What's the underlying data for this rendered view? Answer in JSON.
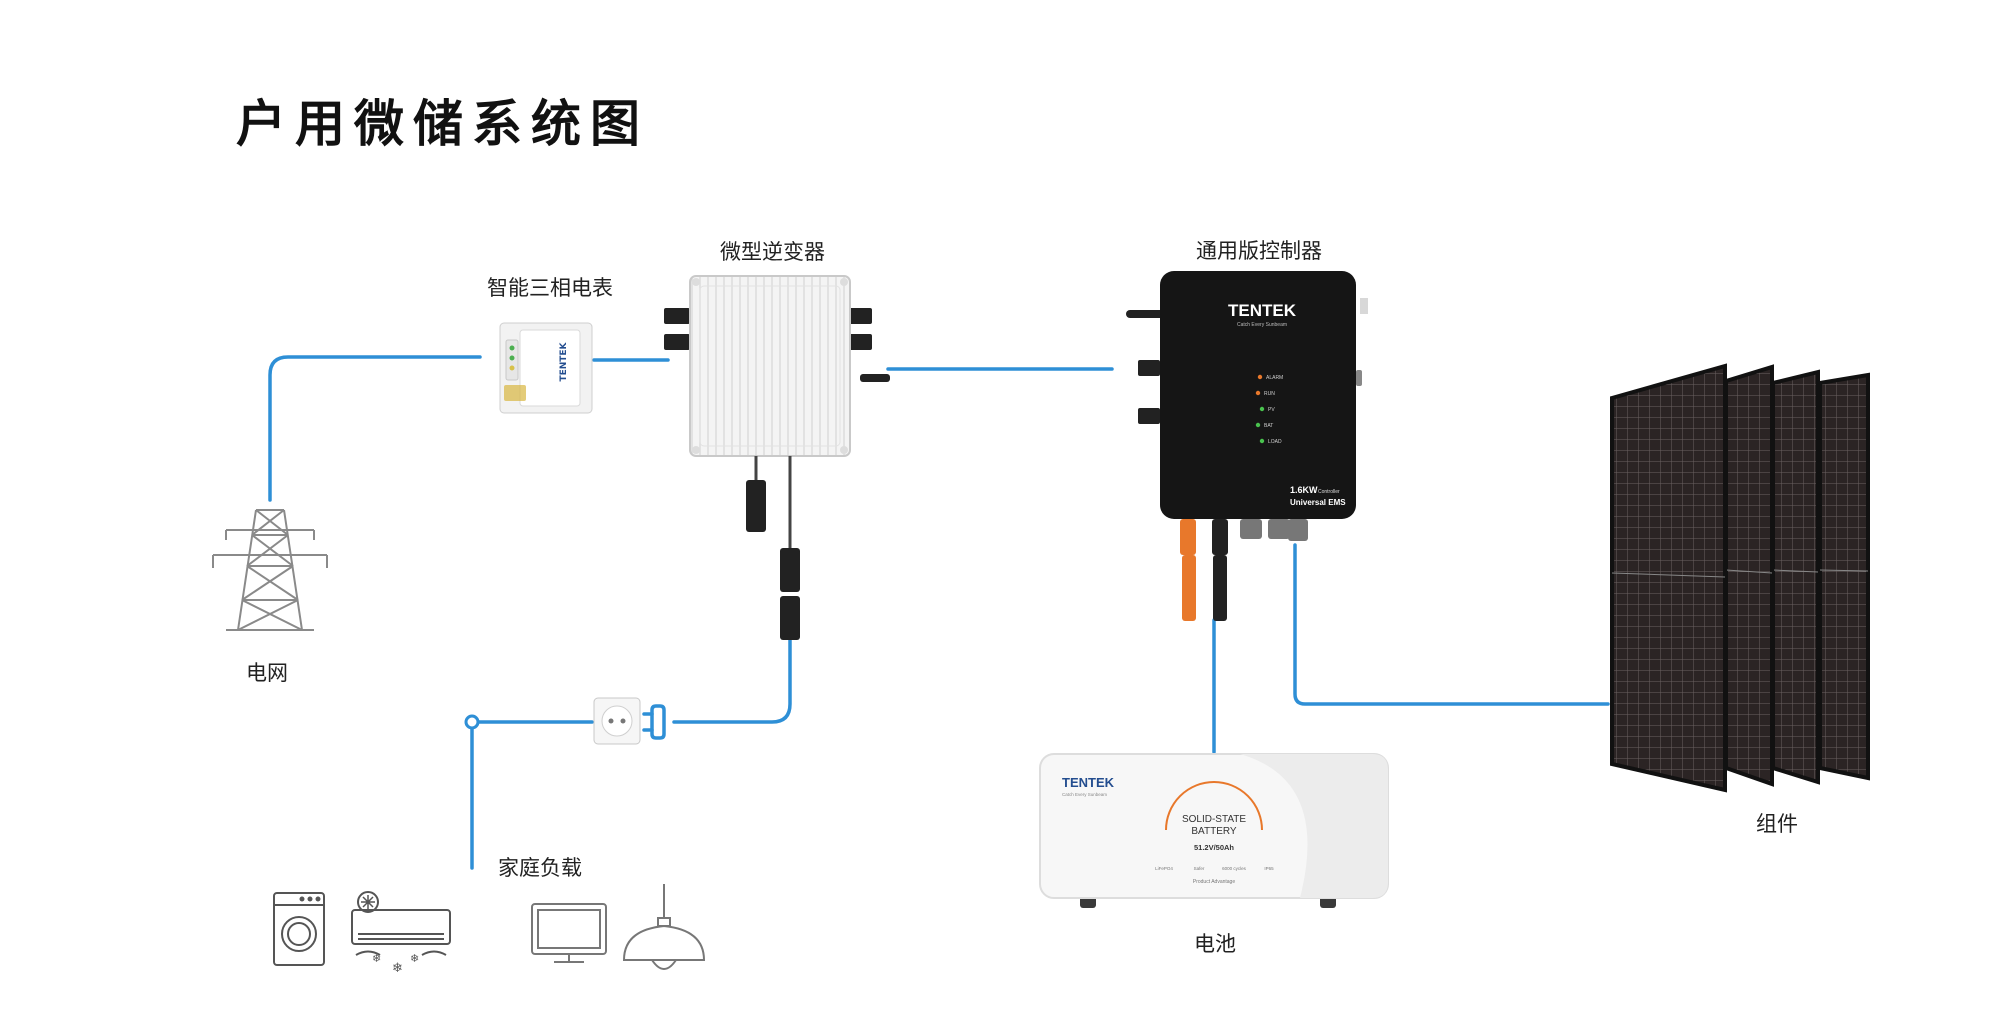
{
  "title": "户用微储系统图",
  "labels": {
    "meter": "智能三相电表",
    "inverter": "微型逆变器",
    "controller": "通用版控制器",
    "grid": "电网",
    "load": "家庭负载",
    "battery": "电池",
    "module": "组件"
  },
  "controller": {
    "brand": "TENTEK",
    "slogan": "Catch Every Sunbeam",
    "leds": [
      "ALARM",
      "RUN",
      "PV",
      "BAT",
      "LOAD"
    ],
    "model": "1.6KW",
    "model_suffix": "Controller",
    "name": "Universal EMS"
  },
  "battery": {
    "brand": "TENTEK",
    "slogan": "Catch Every Sunbeam",
    "line1": "SOLID-STATE",
    "line2": "BATTERY",
    "spec": "51.2V/50Ah",
    "features": [
      "LiFePO4",
      "Safer",
      "6000 cycles",
      "IP65"
    ],
    "advantage": "Product Advantage"
  },
  "meter": {
    "brand": "TENTEK"
  },
  "colors": {
    "wire": "#2e8fd6",
    "accent": "#e8782b",
    "device_dark": "#151515",
    "panel": "#2a2424"
  }
}
